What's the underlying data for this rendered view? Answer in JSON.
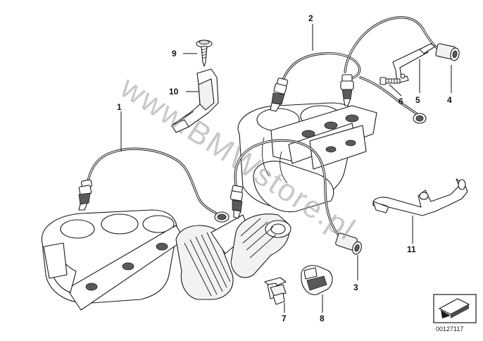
{
  "diagram": {
    "watermark": "www.BMWstore.pl",
    "document_id": "00127117",
    "callouts": [
      {
        "label": "1"
      },
      {
        "label": "2"
      },
      {
        "label": "3"
      },
      {
        "label": "4"
      },
      {
        "label": "5"
      },
      {
        "label": "6"
      },
      {
        "label": "7"
      },
      {
        "label": "8"
      },
      {
        "label": "9"
      },
      {
        "label": "10"
      },
      {
        "label": "11"
      }
    ]
  }
}
